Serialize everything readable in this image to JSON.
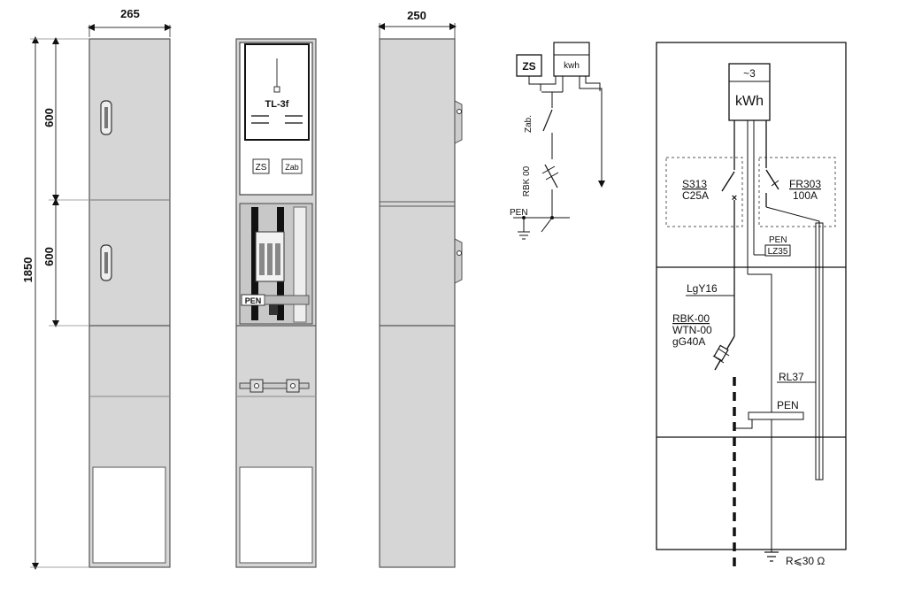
{
  "dimensions": {
    "width_front": "265",
    "width_side": "250",
    "height_total": "1850",
    "height_upper": "600",
    "height_middle": "600"
  },
  "cabinet_interior": {
    "meter_label": "TL-3f",
    "zs_label": "ZS",
    "zab_label": "Zab",
    "pen_label": "PEN"
  },
  "simple_schematic": {
    "zs_label": "ZS",
    "kwh_label": "kwh",
    "zab_label": "Zab.",
    "rbk_label": "RBK 00",
    "pen_label": "PEN"
  },
  "wiring_diagram": {
    "meter_phase": "~3",
    "meter_unit": "kWh",
    "breaker_left_model": "S313",
    "breaker_left_rating": "C25A",
    "breaker_right_model": "FR303",
    "breaker_right_rating": "100A",
    "pen_upper": "PEN",
    "terminal": "LZ35",
    "cable": "LgY16",
    "fuse_base": "RBK-00",
    "fuse_holder": "WTN-00",
    "fuse_rating": "gG40A",
    "rail": "RL37",
    "pen_lower": "PEN",
    "earth_resistance": "R⩽30 Ω"
  },
  "colors": {
    "panel_fill": "#d6d6d6",
    "panel_stroke": "#555555",
    "line": "#111111"
  }
}
